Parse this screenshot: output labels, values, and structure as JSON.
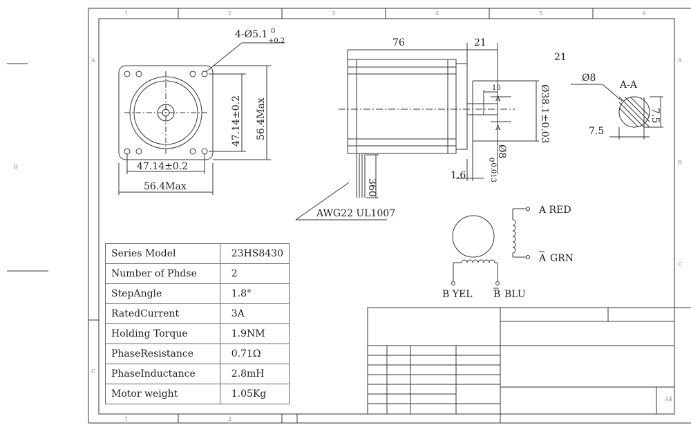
{
  "front_view": {
    "hole_spec": "4-Ø5.1",
    "hole_tol_upper": "0",
    "hole_tol_lower": "+0.2",
    "vertical_pitch": "47.14±0.2",
    "vertical_max": "56.4Max",
    "horizontal_pitch": "47.14±0.2",
    "horizontal_max": "56.4Max"
  },
  "side_view": {
    "body_length": "76",
    "shaft_length": "21",
    "flat_length": "10",
    "section_mark": "A",
    "pilot_diameter": "Ø38.1±0.03",
    "shaft_diameter": "Ø8",
    "shaft_tol": "-0.013",
    "shaft_tol_upper": "0",
    "pilot_depth": "1.6",
    "lead_length": "360",
    "wire_spec": "AWG22 UL1007"
  },
  "section_view": {
    "length_label": "21",
    "diameter": "Ø8",
    "title": "A-A",
    "flat_height": "7.5",
    "flat_width": "7.5"
  },
  "wiring": {
    "a_red": "A RED",
    "a_bar": "A",
    "grn": "GRN",
    "b_yel": "B YEL",
    "b_bar": "B",
    "blu": "BLU"
  },
  "specs": [
    {
      "label": "Series Model",
      "value": "23HS8430"
    },
    {
      "label": "Number of Phdse",
      "value": "2"
    },
    {
      "label": "StepAngle",
      "value": "1.8°"
    },
    {
      "label": "RatedCurrent",
      "value": "3A"
    },
    {
      "label": "Holding Torque",
      "value": "1.9NM"
    },
    {
      "label": "PhaseResistance",
      "value": "0.71Ω"
    },
    {
      "label": "PhaseInductance",
      "value": "2.8mH"
    },
    {
      "label": "Motor weight",
      "value": "1.05Kg"
    }
  ],
  "border": {
    "top_zones": [
      "1",
      "2",
      "3",
      "4",
      "5",
      "6"
    ],
    "bottom_zones": [
      "1",
      "2"
    ],
    "side_zones": [
      "A",
      "B",
      "C"
    ],
    "sheet_size": "A4"
  }
}
